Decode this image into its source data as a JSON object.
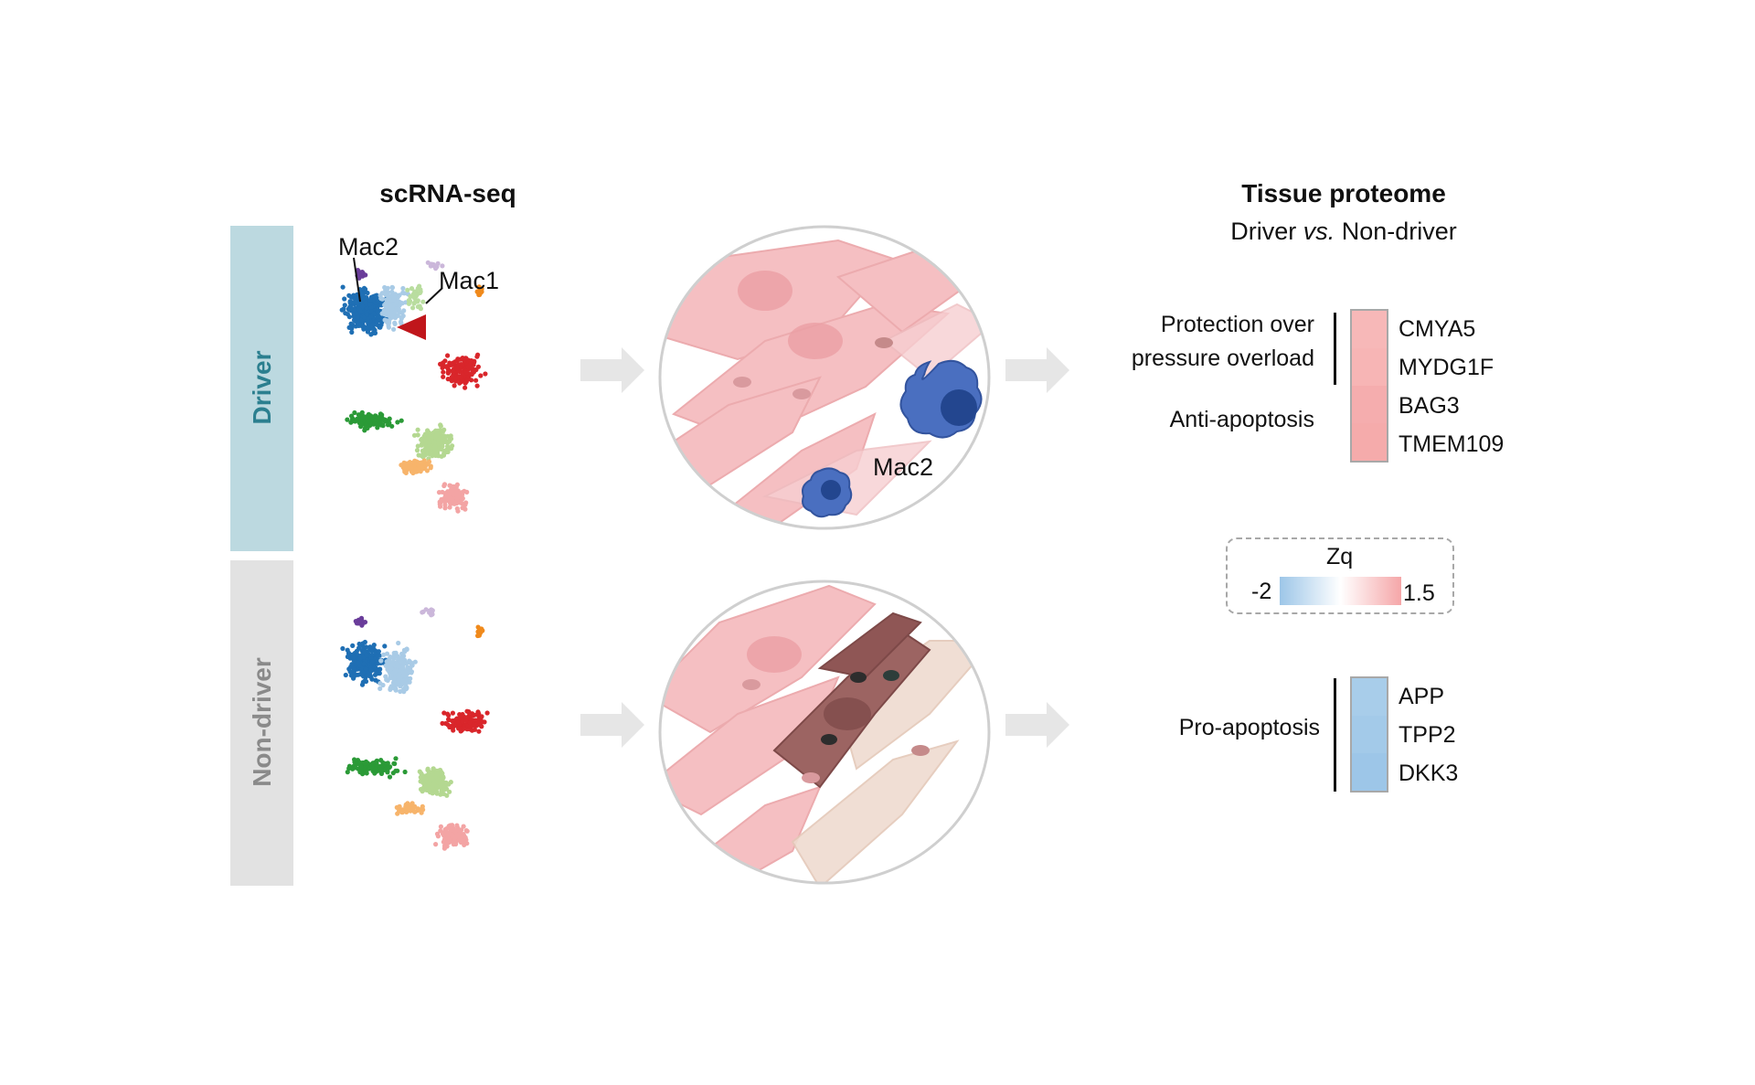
{
  "panels": {
    "scrna_title": "scRNA-seq",
    "proteome_title": "Tissue proteome",
    "proteome_subtitle_pre": "Driver ",
    "proteome_subtitle_vs": "vs.",
    "proteome_subtitle_post": " Non-driver"
  },
  "groups": {
    "driver": "Driver",
    "non_driver": "Non-driver"
  },
  "umap_labels": {
    "mac2": "Mac2",
    "mac1": "Mac1"
  },
  "illustration": {
    "mac2_label": "Mac2"
  },
  "driver_heatmap": {
    "categories": [
      {
        "label_line1": "Protection over",
        "label_line2": "pressure overload"
      },
      {
        "label": "Anti-apoptosis"
      }
    ],
    "genes": [
      "CMYA5",
      "MYDG1F",
      "BAG3",
      "TMEM109"
    ],
    "colors": [
      "#f7b8b8",
      "#f7b5b5",
      "#f5adae",
      "#f5abab"
    ]
  },
  "nondriver_heatmap": {
    "category": "Pro-apoptosis",
    "genes": [
      "APP",
      "TPP2",
      "DKK3"
    ],
    "colors": [
      "#a8cdea",
      "#a3cae9",
      "#9dc6e8"
    ]
  },
  "legend": {
    "title": "Zq",
    "min": "-2",
    "max": "1.5",
    "low_color": "#9dc6e8",
    "mid_color": "#ffffff",
    "high_color": "#f5a6a8"
  },
  "colors": {
    "driver_band": "#bcd9e0",
    "non_driver_band": "#e2e2e2",
    "driver_text": "#2b7f8f",
    "non_driver_text": "#8a8a8a",
    "arrow": "#e6e6e6"
  }
}
